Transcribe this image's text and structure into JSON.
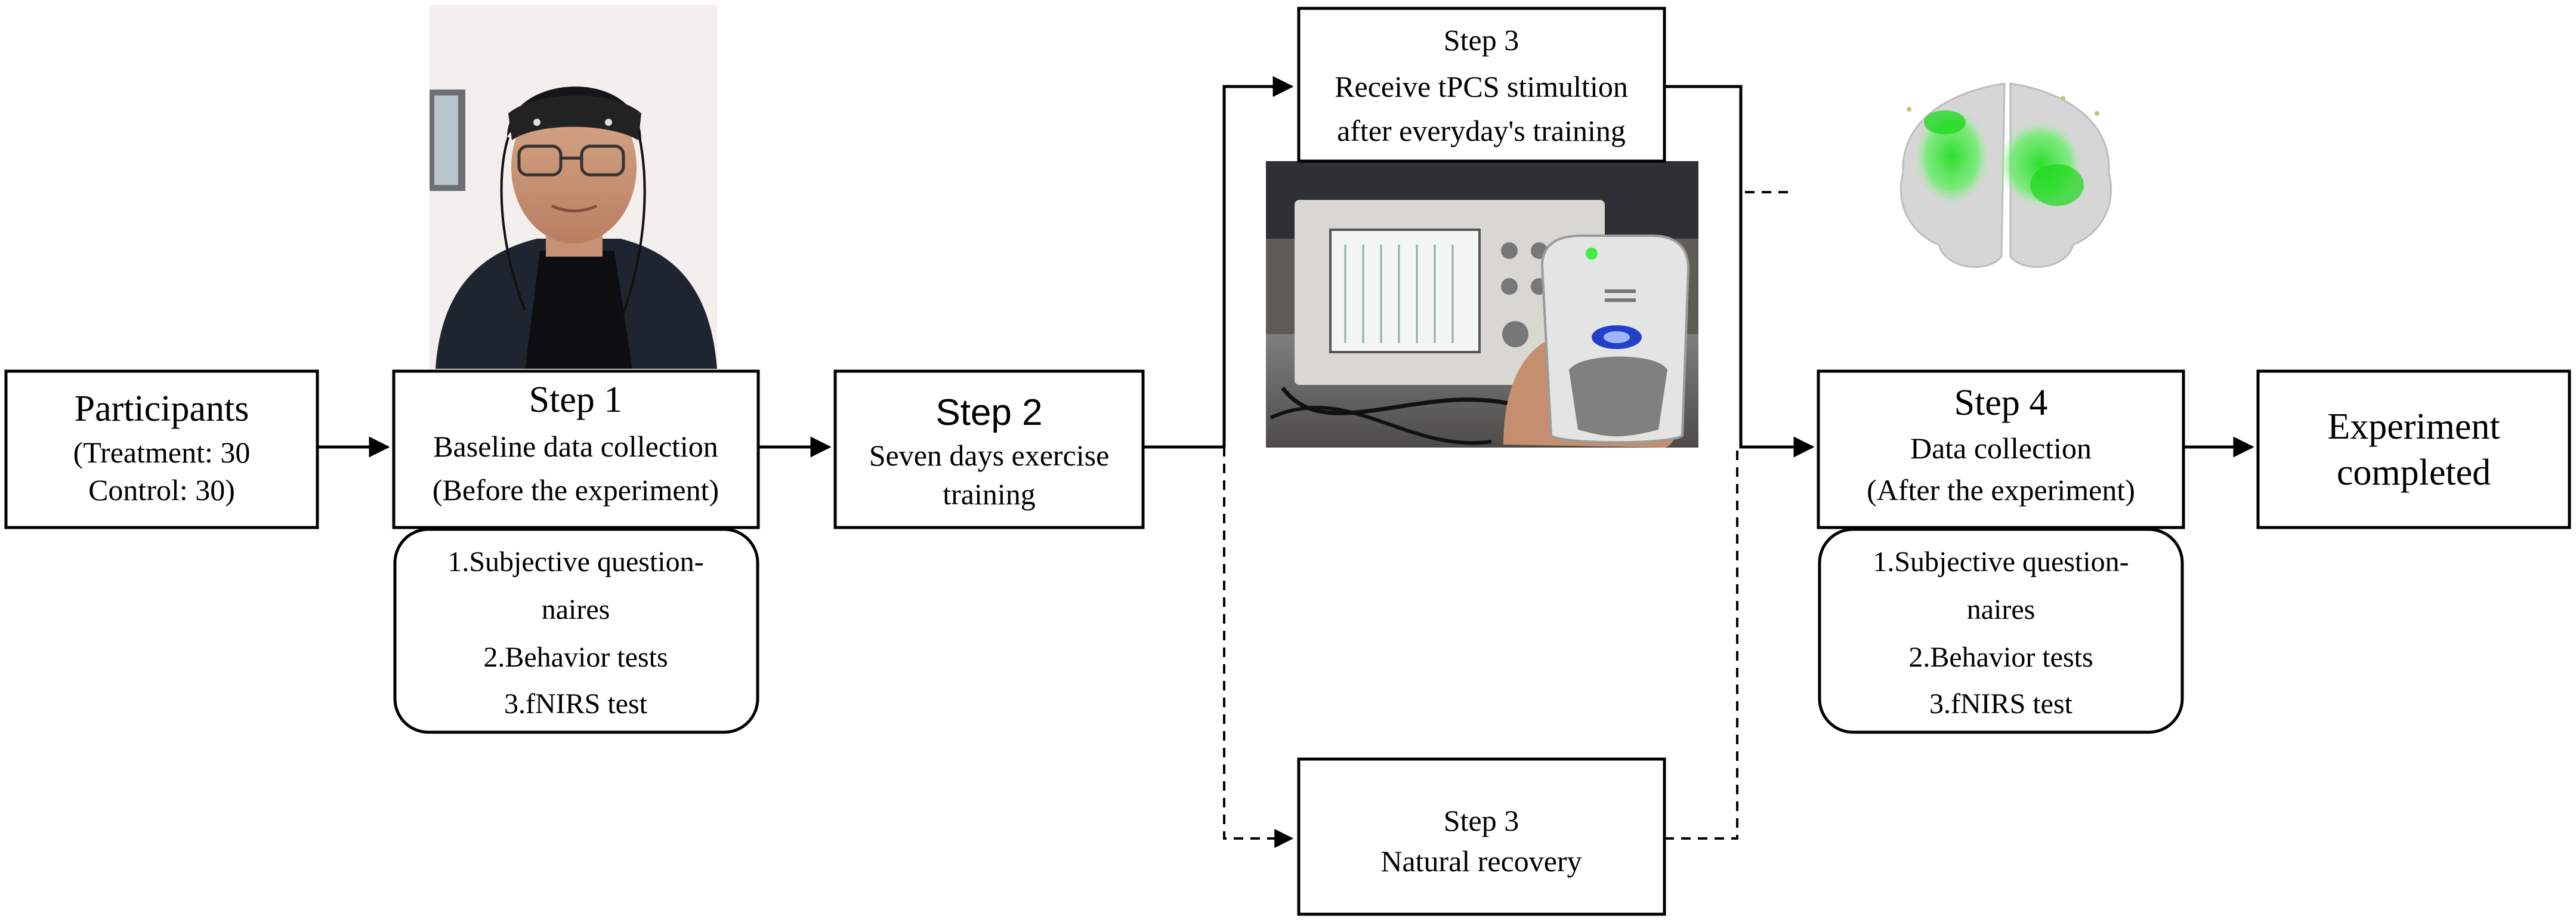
{
  "participants": {
    "title": "Participants",
    "line1": "(Treatment: 30",
    "line2": "Control: 30)"
  },
  "step1": {
    "title": "Step 1",
    "line1": "Baseline data collection",
    "line2": "(Before the experiment)",
    "list": [
      "1.Subjective question-",
      "naires",
      "2.Behavior tests",
      "3.fNIRS test"
    ]
  },
  "step2": {
    "title": "Step 2",
    "line1": "Seven days exercise",
    "line2": "training"
  },
  "step3_tpcs": {
    "title": "Step 3",
    "line1": "Receive tPCS stimultion",
    "line2": "after  everyday's training"
  },
  "step3_recovery": {
    "title": "Step 3",
    "line1": "Natural recovery"
  },
  "step4": {
    "title": "Step 4",
    "line1": "Data collection",
    "line2": "(After the experiment)",
    "list": [
      "1.Subjective question-",
      "naires",
      "2.Behavior tests",
      "3.fNIRS test"
    ]
  },
  "completed": {
    "line1": "Experiment",
    "line2": "completed"
  },
  "images": {
    "participant_photo": "participant-wearing-fnirs-headband",
    "device_photo": "tpcs-device-and-oscilloscope",
    "brain_map": "fnirs-brain-activation-map"
  },
  "colors": {
    "stroke": "#000000",
    "background": "#ffffff",
    "activation": "#3ee83e",
    "brain": "#d6d6d6"
  }
}
